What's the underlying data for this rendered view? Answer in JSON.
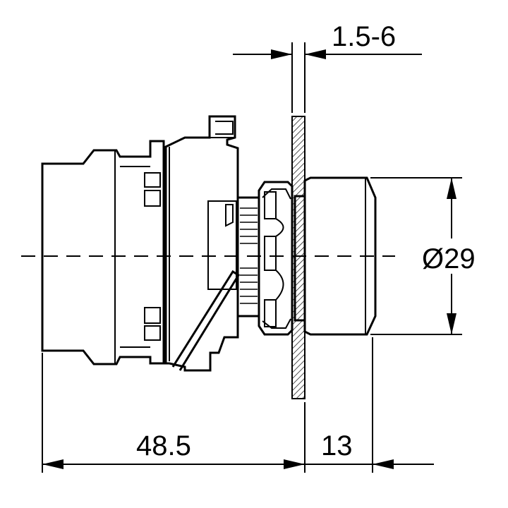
{
  "drawing": {
    "dimensions": {
      "panel_thickness": "1.5-6",
      "diameter": "Ø29",
      "body_length": "48.5",
      "head_length": "13"
    }
  }
}
